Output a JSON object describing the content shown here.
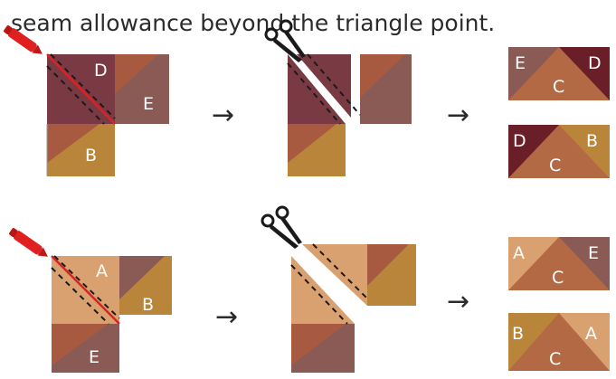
{
  "caption": "seam allowance beyond the triangle point.",
  "colors": {
    "D": "#7a3a44",
    "E": "#8a5a55",
    "B": "#b8853a",
    "A": "#d9a070",
    "C": "#b36a44",
    "D_dark": "#6a1f28",
    "brown": "#a85a40",
    "marker": "#e02020",
    "ink": "#1a1a1a"
  },
  "rows": [
    {
      "step1": {
        "labels": [
          "D",
          "E",
          "B"
        ]
      },
      "step2": {
        "labels": []
      },
      "results": [
        {
          "labels": [
            "E",
            "D",
            "C"
          ]
        },
        {
          "labels": [
            "D",
            "B",
            "C"
          ]
        }
      ]
    },
    {
      "step1": {
        "labels": [
          "A",
          "B",
          "E"
        ]
      },
      "step2": {
        "labels": []
      },
      "results": [
        {
          "labels": [
            "A",
            "E",
            "C"
          ]
        },
        {
          "labels": [
            "B",
            "A",
            "C"
          ]
        }
      ]
    }
  ],
  "arrow_glyph": "→",
  "icons": [
    "marker-pen-icon",
    "scissors-icon"
  ]
}
